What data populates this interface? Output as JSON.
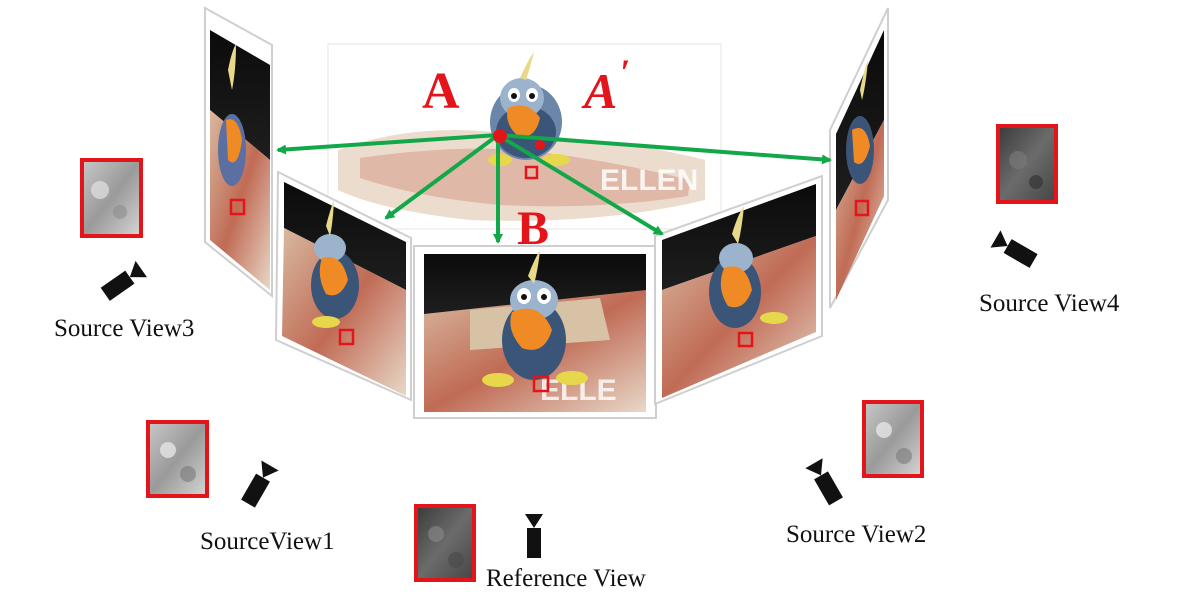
{
  "labels": {
    "point_a": "A",
    "point_a_prime": "A",
    "prime_mark": "′",
    "point_b": "B"
  },
  "captions": {
    "source_view_1": "SourceView1",
    "source_view_2": "Source View2",
    "source_view_3": "Source View3",
    "source_view_4": "Source View4",
    "reference_view": "Reference View"
  },
  "colors": {
    "ray": "#12a84a",
    "highlight": "#e4141b",
    "camera": "#111111"
  },
  "icons": [
    "camera-icon",
    "point-marker-icon"
  ]
}
